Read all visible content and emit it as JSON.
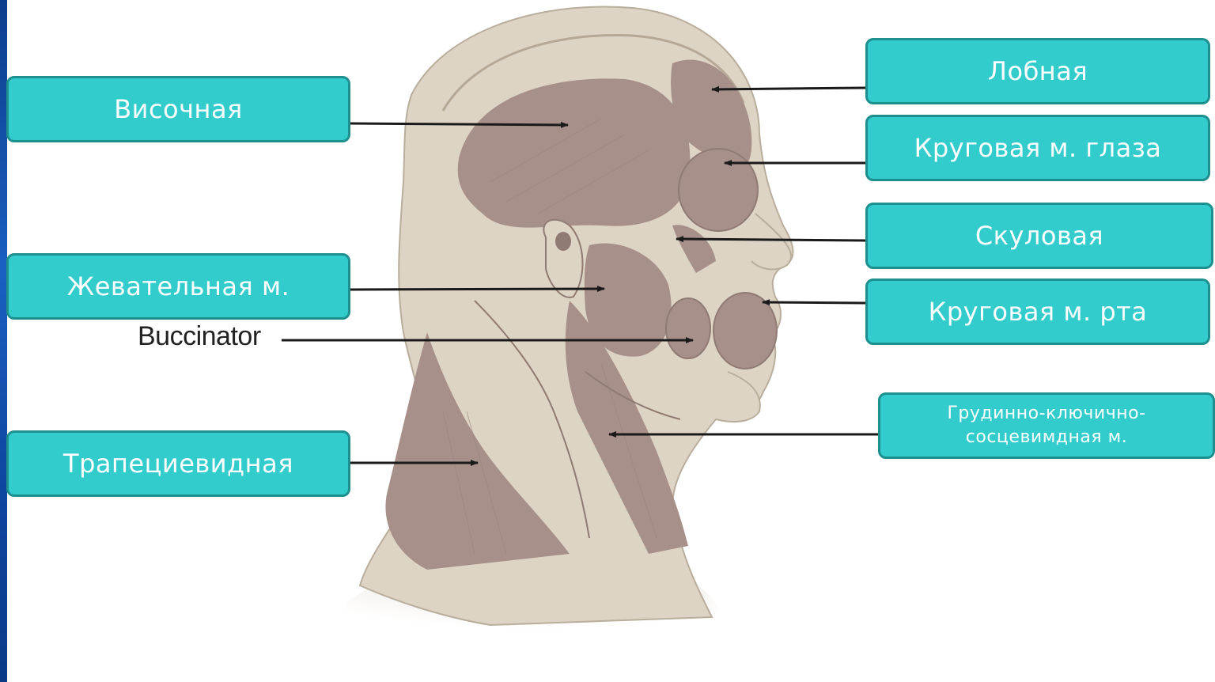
{
  "labels": {
    "temporal": "Височная",
    "frontal": "Лобная",
    "orbicularis_oculi": "Круговая м. глаза",
    "zygomatic": "Скуловая",
    "masseter": "Жевательная м.",
    "orbicularis_oris": "Круговая м. рта",
    "buccinator": "Buccinator",
    "sternocleidomastoid_line1": "Грудинно-ключично-",
    "sternocleidomastoid_line2": "сосцевимдная м.",
    "trapezius": "Трапециевидная"
  },
  "colors": {
    "box_fill": "#33cccc",
    "box_border": "#1e8f8f",
    "box_text": "#ffffff",
    "muscle": "#a8908a",
    "skin": "#ded4c6",
    "left_strip": "#1a5fc0"
  },
  "icons": [
    "head-muscle-illustration",
    "arrow"
  ]
}
